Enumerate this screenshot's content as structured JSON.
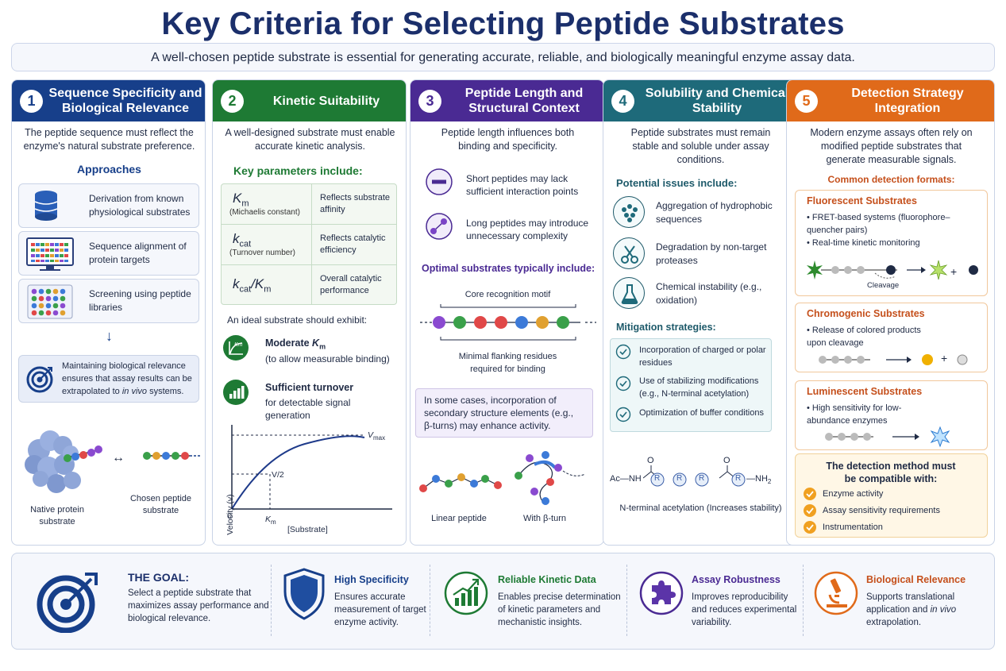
{
  "header": {
    "title": "Key Criteria for Selecting Peptide Substrates",
    "subtitle": "A well-chosen peptide substrate is essential for generating accurate, reliable, and biologically meaningful enzyme assay data."
  },
  "colors": {
    "col1": "#173f8a",
    "col2": "#1e7a34",
    "col3": "#4a2a93",
    "col4": "#1e6a7a",
    "col5": "#e06a1a"
  },
  "col1": {
    "num": "1",
    "title": "Sequence Specificity and Biological Relevance",
    "intro": "The peptide sequence must reflect the enzyme's natural substrate preference.",
    "approaches_heading": "Approaches",
    "approaches": [
      {
        "icon": "database-icon",
        "label": "Derivation from known physiological substrates"
      },
      {
        "icon": "monitor-alignment-icon",
        "label": "Sequence alignment of protein targets"
      },
      {
        "icon": "peptide-library-icon",
        "label": "Screening using peptide libraries"
      }
    ],
    "arrow": "↓",
    "relevance_pre": "Maintaining biological relevance ensures that assay results can be extrapolated to ",
    "relevance_em": "in vivo",
    "relevance_post": " systems.",
    "native_label": "Native protein substrate",
    "chosen_label": "Chosen peptide substrate"
  },
  "col2": {
    "num": "2",
    "title": "Kinetic Suitability",
    "intro": "A well-designed substrate must enable accurate kinetic analysis.",
    "params_heading": "Key parameters include:",
    "params": [
      {
        "sym_main": "K",
        "sym_sub": "m",
        "sym_rest": "",
        "name": "(Michaelis constant)",
        "desc": "Reflects substrate affinity"
      },
      {
        "sym_main": "k",
        "sym_sub": "cat",
        "sym_rest": "",
        "name": "(Turnover number)",
        "desc": "Reflects catalytic efficiency"
      },
      {
        "sym_main": "k",
        "sym_sub": "cat",
        "sym_rest": "/K",
        "sym_sub2": "m",
        "name": "",
        "desc": "Overall catalytic performance"
      }
    ],
    "ideal_heading": "An ideal substrate should exhibit:",
    "ideal": [
      {
        "icon": "km-graph-icon",
        "title_pre": "Moderate ",
        "title_sym": "K",
        "title_sub": "m",
        "text": "(to allow measurable binding)"
      },
      {
        "icon": "bar-chart-icon",
        "title_pre": "Sufficient turnover",
        "text": "for detectable signal generation"
      }
    ],
    "graph": {
      "ylabel": "Velocity (v)",
      "xlabel": "[Substrate]",
      "vmax": "V",
      "vmax_sub": "max",
      "half": "V/2",
      "km": "K",
      "km_sub": "m",
      "origin": "0"
    }
  },
  "col3": {
    "num": "3",
    "title": "Peptide Length and Structural Context",
    "intro": "Peptide length influences both binding and specificity.",
    "items": [
      {
        "icon": "minus-circle-icon",
        "label": "Short peptides may lack sufficient interaction points"
      },
      {
        "icon": "molecule-icon",
        "label": "Long peptides may introduce unnecessary complexity"
      }
    ],
    "optimal_heading": "Optimal substrates typically include:",
    "core_label": "Core recognition motif",
    "flank_label": "Minimal flanking residues required for binding",
    "secondary_text": "In some cases, incorporation of secondary structure elements (e.g., β-turns) may enhance activity.",
    "linear_label": "Linear peptide",
    "turn_label": "With β-turn"
  },
  "col4": {
    "num": "4",
    "title": "Solubility and Chemical Stability",
    "intro": "Peptide substrates must remain stable and soluble under assay conditions.",
    "issues_heading": "Potential issues include:",
    "issues": [
      {
        "icon": "aggregation-icon",
        "label": "Aggregation of hydrophobic sequences"
      },
      {
        "icon": "scissors-icon",
        "label": "Degradation by non-target proteases"
      },
      {
        "icon": "flask-icon",
        "label": "Chemical instability (e.g., oxidation)"
      }
    ],
    "mitigation_heading": "Mitigation strategies:",
    "mitigations": [
      {
        "icon": "check-icon",
        "label": "Incorporation of charged or polar residues"
      },
      {
        "icon": "check-icon",
        "label": "Use of stabilizing modifications (e.g., N-terminal acetylation)"
      },
      {
        "icon": "check-icon",
        "label": "Optimization of buffer conditions"
      }
    ],
    "chem": {
      "left": "Ac—NH",
      "r": "R",
      "o": "O",
      "right": "NH",
      "right_sub": "2"
    },
    "chem_caption": "N-terminal acetylation (Increases stability)"
  },
  "col5": {
    "num": "5",
    "title": "Detection Strategy Integration",
    "intro": "Modern enzyme assays often rely on modified peptide substrates that generate measurable signals.",
    "formats_heading": "Common detection formats:",
    "fluorescent": {
      "title": "Fluorescent Substrates",
      "bullets": [
        "FRET-based systems (fluorophore–quencher pairs)",
        "Real-time kinetic monitoring"
      ],
      "cleavage": "Cleavage",
      "plus": "+"
    },
    "chromogenic": {
      "title": "Chromogenic Substrates",
      "bullets": [
        "Release of colored products upon cleavage"
      ],
      "plus": "+"
    },
    "luminescent": {
      "title": "Luminescent Substrates",
      "bullets": [
        "High sensitivity for low-abundance enzymes"
      ]
    },
    "compat_heading": "The detection method must be compatible with:",
    "compat": [
      "Enzyme activity",
      "Assay sensitivity requirements",
      "Instrumentation"
    ]
  },
  "goal": {
    "heading": "THE GOAL:",
    "text": "Select a peptide substrate that maximizes assay performance and biological relevance.",
    "items": [
      {
        "icon": "shield-icon",
        "title": "High Specificity",
        "text": "Ensures accurate measurement of target enzyme activity."
      },
      {
        "icon": "growth-chart-icon",
        "title": "Reliable Kinetic Data",
        "text": "Enables precise determination of kinetic parameters and mechanistic insights."
      },
      {
        "icon": "puzzle-icon",
        "title": "Assay Robustness",
        "text": "Improves reproducibility and reduces experimental variability."
      },
      {
        "icon": "microscope-icon",
        "title": "Biological Relevance",
        "text_pre": "Supports translational application and ",
        "text_em": "in vivo",
        "text_post": " extrapolation."
      }
    ]
  }
}
